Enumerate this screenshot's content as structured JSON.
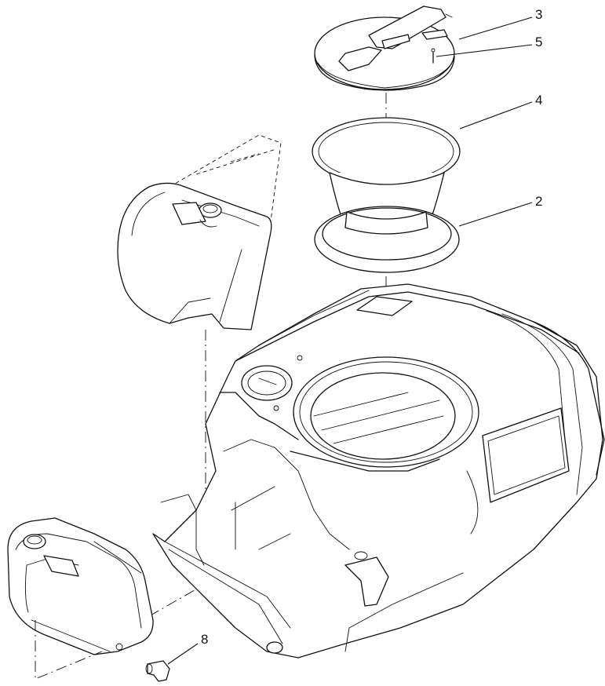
{
  "diagram": {
    "callouts": [
      {
        "id": "3",
        "label": "3"
      },
      {
        "id": "5",
        "label": "5"
      },
      {
        "id": "4",
        "label": "4"
      },
      {
        "id": "2",
        "label": "2"
      },
      {
        "id": "8",
        "label": "8"
      }
    ]
  }
}
